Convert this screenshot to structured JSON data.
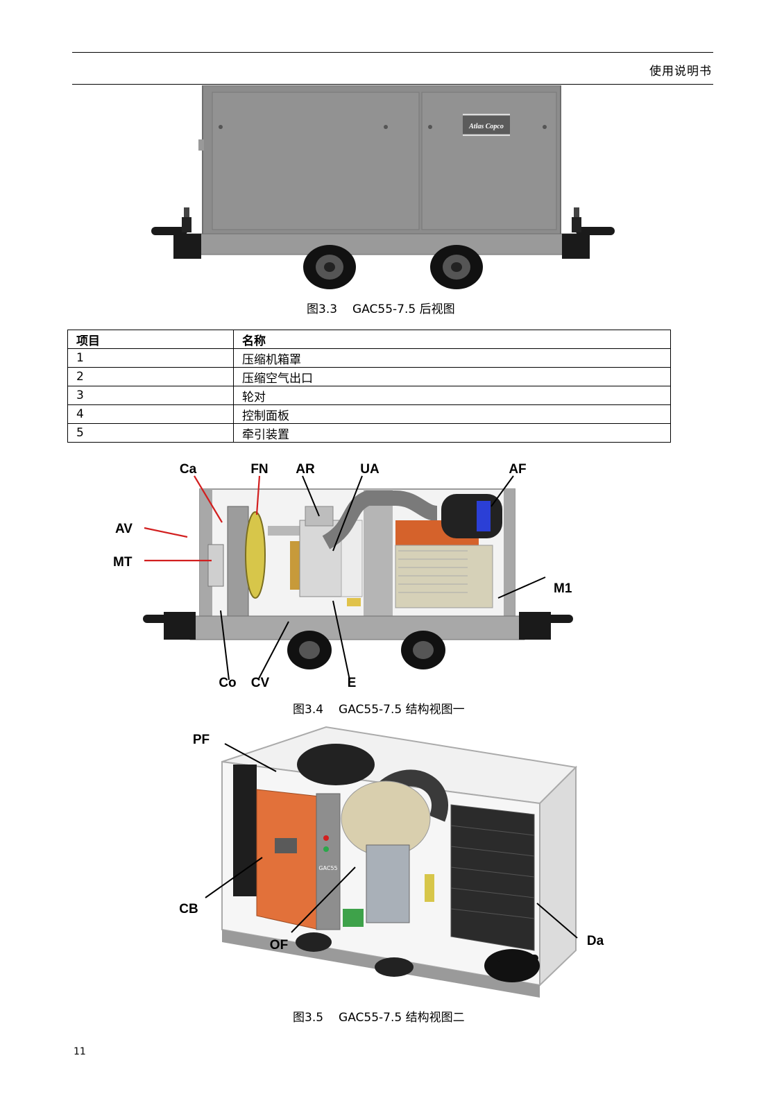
{
  "header": {
    "title": "使用说明书"
  },
  "figures": [
    {
      "id": "fig-3-3",
      "number": "图3.3",
      "name": "GAC55-7.5 后视图",
      "logo_text": "Atlas Copco"
    },
    {
      "id": "fig-3-4",
      "number": "图3.4",
      "name": "GAC55-7.5 结构视图一",
      "labels": {
        "ca": "Ca",
        "fn": "FN",
        "ar": "AR",
        "ua": "UA",
        "af": "AF",
        "av": "AV",
        "mt": "MT",
        "m1": "M1",
        "co": "Co",
        "cv": "CV",
        "e": "E"
      }
    },
    {
      "id": "fig-3-5",
      "number": "图3.5",
      "name": "GAC55-7.5 结构视图二",
      "labels": {
        "pf": "PF",
        "cb": "CB",
        "of": "OF",
        "da": "Da"
      },
      "panel_text": "GAC55"
    }
  ],
  "table": {
    "headers": [
      "项目",
      "名称"
    ],
    "rows": [
      [
        "1",
        "压缩机箱罩"
      ],
      [
        "2",
        "压缩空气出口"
      ],
      [
        "3",
        "轮对"
      ],
      [
        "4",
        "控制面板"
      ],
      [
        "5",
        "牵引装置"
      ]
    ]
  },
  "page_number": "11"
}
